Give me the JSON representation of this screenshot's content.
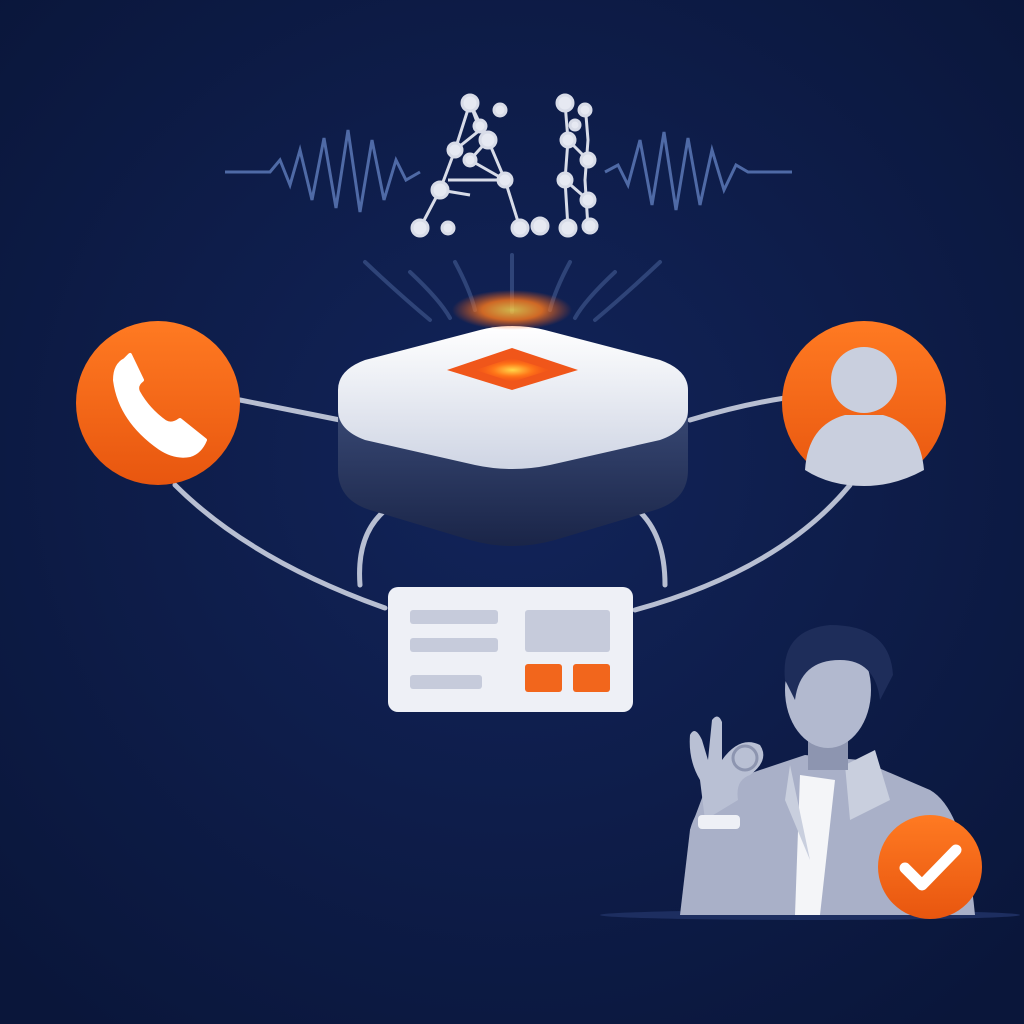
{
  "title_logo": "AI",
  "colors": {
    "background": "#0c1a40",
    "accent": "#f2661c",
    "device_top": "#eef0f6",
    "device_body": "#26345a",
    "figure": "#a9b0c8",
    "wave": "#4f6aa6"
  },
  "icons": [
    "phone-icon",
    "user-icon",
    "ai-hub-device",
    "dashboard-card",
    "checkmark-icon",
    "person-ok-gesture"
  ]
}
